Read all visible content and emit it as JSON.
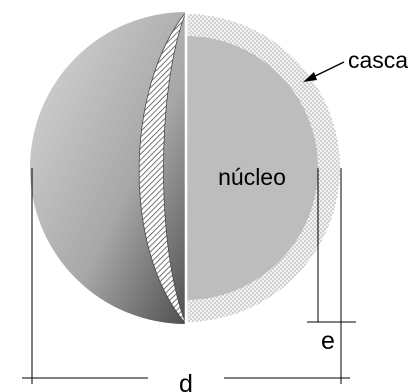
{
  "labels": {
    "shell": "casca",
    "core": "núcleo",
    "thickness": "e",
    "diameter": "d"
  },
  "colors": {
    "sphere_light": "#d9d9d9",
    "sphere_dark": "#4f4f4f",
    "core_fill": "#bdbdbd",
    "shell_dots": "#8c8c8c",
    "hatch": "#3c3c3c",
    "lines": "#000000"
  }
}
